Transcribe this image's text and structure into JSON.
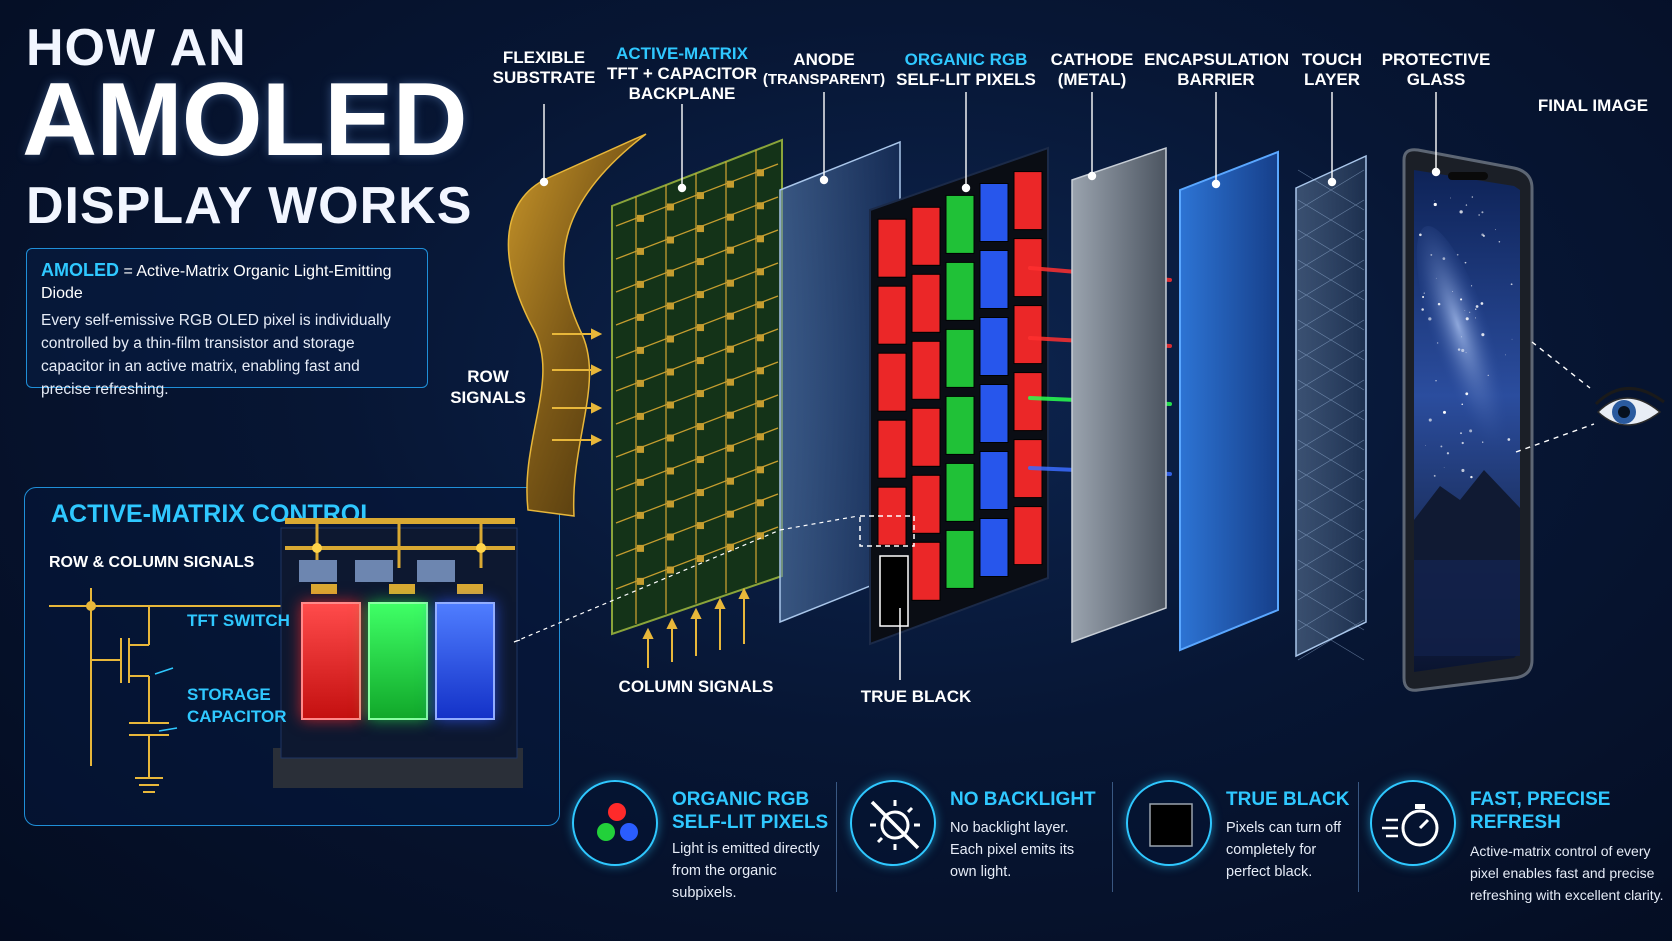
{
  "title": {
    "line1": "HOW AN",
    "line2": "AMOLED",
    "line3": "DISPLAY WORKS"
  },
  "definition": {
    "term": "AMOLED",
    "expansion": "= Active-Matrix Organic Light-Emitting Diode",
    "body": "Every self-emissive RGB OLED pixel is individually controlled by a thin-film transistor and storage capacitor in an active matrix, enabling fast and precise refreshing."
  },
  "control": {
    "title": "ACTIVE-MATRIX CONTROL",
    "subtitle": "ROW & COLUMN SIGNALS",
    "tft_label": "TFT SWITCH",
    "cap_label_1": "STORAGE",
    "cap_label_2": "CAPACITOR"
  },
  "layers": {
    "substrate": {
      "l1": "FLEXIBLE",
      "l2": "SUBSTRATE"
    },
    "backplane": {
      "l1": "ACTIVE-MATRIX",
      "l2": "TFT + CAPACITOR",
      "l3": "BACKPLANE"
    },
    "anode": {
      "l1": "ANODE",
      "l2": "(TRANSPARENT)"
    },
    "pixels": {
      "l1": "ORGANIC RGB",
      "l2": "SELF-LIT PIXELS"
    },
    "cathode": {
      "l1": "CATHODE",
      "l2": "(METAL)"
    },
    "encapsulation": {
      "l1": "ENCAPSULATION",
      "l2": "BARRIER"
    },
    "touch": {
      "l1": "TOUCH",
      "l2": "LAYER"
    },
    "glass": {
      "l1": "PROTECTIVE",
      "l2": "GLASS"
    },
    "final": "FINAL IMAGE"
  },
  "signals": {
    "row_1": "ROW",
    "row_2": "SIGNALS",
    "column": "COLUMN SIGNALS",
    "true_black": "TRUE BLACK"
  },
  "features": [
    {
      "title_1": "ORGANIC RGB",
      "title_2": "SELF-LIT PIXELS",
      "body_1": "Light is emitted directly",
      "body_2": "from the organic subpixels.",
      "body_3": "",
      "icon": "rgb-dots-icon"
    },
    {
      "title_1": "NO BACKLIGHT",
      "title_2": "",
      "body_1": "No backlight layer.",
      "body_2": "Each pixel emits its",
      "body_3": "own light.",
      "icon": "no-backlight-icon"
    },
    {
      "title_1": "TRUE BLACK",
      "title_2": "",
      "body_1": "Pixels can turn off",
      "body_2": "completely for",
      "body_3": "perfect black.",
      "icon": "black-square-icon"
    },
    {
      "title_1": "FAST, PRECISE REFRESH",
      "title_2": "",
      "body_1": "Active-matrix control of every",
      "body_2": "pixel enables fast and precise",
      "body_3": "refreshing with excellent clarity.",
      "icon": "stopwatch-icon"
    }
  ],
  "colors": {
    "accent": "#2fc8ff",
    "red": "#ff2a2a",
    "green": "#22d13a",
    "blue": "#2a5dff",
    "gold": "#e8b73a"
  }
}
